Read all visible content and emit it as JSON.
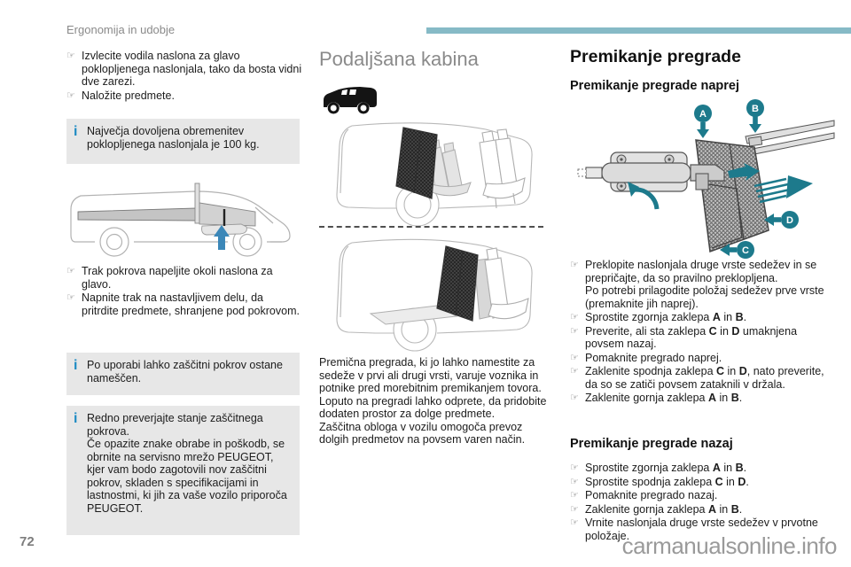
{
  "page": {
    "header": "Ergonomija in udobje",
    "page_number": "72",
    "watermark": "carmanualsonline.info"
  },
  "icons": {
    "pointing_hand": "☞",
    "info": "i"
  },
  "colors": {
    "header_bar_teal": "#86bac6",
    "diagram_accent_teal": "#1d7a8c",
    "info_icon_blue": "#1e8bc3",
    "info_box_gray": "#e7e7e7",
    "load_arrow_blue": "#3b87b8",
    "heading_gray": "#8a8a8a",
    "watermark_gray": "#9a9a9a"
  },
  "left_column": {
    "bullets_top": [
      "Izvlecite vodila naslona za glavo poklopljenega naslonjala, tako da bosta vidni dve zarezi.",
      "Naložite predmete."
    ],
    "info_box_1_lines": [
      "Največja dovoljena obremenitev poklopljenega naslonjala je 100 kg."
    ],
    "bullets_mid": [
      "Trak pokrova napeljite okoli naslona za glavo.",
      "Napnite trak na nastavljivem delu, da pritrdite predmete, shranjene pod pokrovom."
    ],
    "info_box_2_lines": [
      "Po uporabi lahko zaščitni pokrov ostane nameščen."
    ],
    "info_box_3_lines": [
      "Redno preverjajte stanje zaščitnega pokrova.",
      "Če opazite znake obrabe in poškodb, se obrnite na servisno mrežo PEUGEOT, kjer vam bodo zagotovili nov zaščitni pokrov, skladen s specifikacijami in lastnostmi, ki jih za vaše vozilo priporoča PEUGEOT."
    ]
  },
  "middle_column": {
    "title": "Podaljšana kabina",
    "paragraph_lines": [
      "Premična pregrada, ki jo lahko namestite za sedeže v prvi ali drugi vrsti, varuje voznika in potnike pred morebitnim premikanjem tovora.",
      "Loputo na pregradi lahko odprete, da pridobite dodaten prostor za dolge predmete.",
      "Zaščitna obloga v vozilu omogoča prevoz dolgih predmetov na povsem varen način."
    ]
  },
  "right_column": {
    "title": "Premikanje pregrade",
    "section_forward": {
      "title": "Premikanje pregrade naprej",
      "bullets": [
        {
          "segments": [
            {
              "t": "Preklopite naslonjala druge vrste sedežev in se prepričajte, da so pravilno preklopljena."
            },
            {
              "br": true
            },
            {
              "t": " Po potrebi prilagodite položaj sedežev prve vrste (premaknite jih naprej)."
            }
          ]
        },
        {
          "segments": [
            {
              "t": "Sprostite zgornja zaklepa "
            },
            {
              "t": "A",
              "b": true
            },
            {
              "t": " in "
            },
            {
              "t": "B",
              "b": true
            },
            {
              "t": "."
            }
          ]
        },
        {
          "segments": [
            {
              "t": "Preverite, ali sta zaklepa "
            },
            {
              "t": "C",
              "b": true
            },
            {
              "t": " in "
            },
            {
              "t": "D",
              "b": true
            },
            {
              "t": " umaknjena povsem nazaj."
            }
          ]
        },
        {
          "segments": [
            {
              "t": "Pomaknite pregrado naprej."
            }
          ]
        },
        {
          "segments": [
            {
              "t": "Zaklenite spodnja zaklepa "
            },
            {
              "t": "C",
              "b": true
            },
            {
              "t": " in "
            },
            {
              "t": "D",
              "b": true
            },
            {
              "t": ", nato preverite, da so se zatiči povsem zataknili v držala."
            }
          ]
        },
        {
          "segments": [
            {
              "t": "Zaklenite gornja zaklepa "
            },
            {
              "t": "A",
              "b": true
            },
            {
              "t": " in "
            },
            {
              "t": "B",
              "b": true
            },
            {
              "t": "."
            }
          ]
        }
      ]
    },
    "section_backward": {
      "title": "Premikanje pregrade nazaj",
      "bullets": [
        {
          "segments": [
            {
              "t": "Sprostite zgornja zaklepa "
            },
            {
              "t": "A",
              "b": true
            },
            {
              "t": " in "
            },
            {
              "t": "B",
              "b": true
            },
            {
              "t": "."
            }
          ]
        },
        {
          "segments": [
            {
              "t": "Sprostite spodnja zaklepa "
            },
            {
              "t": "C",
              "b": true
            },
            {
              "t": " in "
            },
            {
              "t": "D",
              "b": true
            },
            {
              "t": "."
            }
          ]
        },
        {
          "segments": [
            {
              "t": "Pomaknite pregrado nazaj."
            }
          ]
        },
        {
          "segments": [
            {
              "t": "Zaklenite gornja zaklepa "
            },
            {
              "t": "A",
              "b": true
            },
            {
              "t": " in "
            },
            {
              "t": "B",
              "b": true
            },
            {
              "t": "."
            }
          ]
        },
        {
          "segments": [
            {
              "t": "Vrnite naslonjala druge vrste sedežev v prvotne položaje."
            }
          ]
        }
      ]
    },
    "diagram_labels": {
      "a": "A",
      "b": "B",
      "c": "C",
      "d": "D"
    }
  }
}
